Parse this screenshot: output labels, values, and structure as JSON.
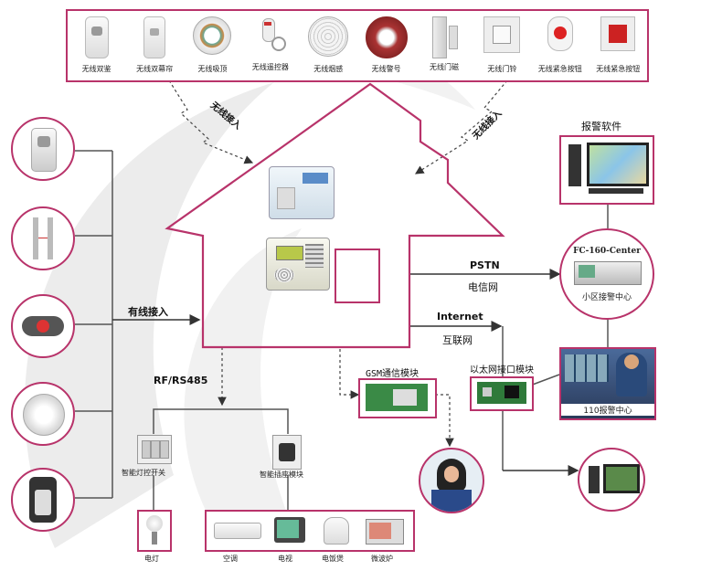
{
  "top_devices": [
    {
      "label": "无线双鉴",
      "icon": "pir-sensor-icon"
    },
    {
      "label": "无线双幕帘",
      "icon": "curtain-sensor-icon"
    },
    {
      "label": "无线吸顶",
      "icon": "ceiling-sensor-icon"
    },
    {
      "label": "无线遥控器",
      "icon": "remote-control-icon"
    },
    {
      "label": "无线烟感",
      "icon": "smoke-detector-icon"
    },
    {
      "label": "无线警号",
      "icon": "siren-icon"
    },
    {
      "label": "无线门磁",
      "icon": "door-contact-icon"
    },
    {
      "label": "无线门铃",
      "icon": "doorbell-icon"
    },
    {
      "label": "无线紧急按钮",
      "icon": "emergency-button-icon"
    },
    {
      "label": "无线紧急按钮",
      "icon": "emergency-button-icon"
    }
  ],
  "labels": {
    "wireless_left": "无线接入",
    "wireless_right": "无线接入",
    "wired": "有线接入",
    "pstn": "PSTN",
    "telecom": "电信网",
    "internet": "Internet",
    "internet_cn": "互联网",
    "rf485": "RF/RS485",
    "gsm": "GSM通信模块",
    "ethernet": "以太网接口模块",
    "alarm_software": "报警软件",
    "center_name": "FC-160-Center",
    "center_cn": "小区接警中心",
    "police": "110报警中心",
    "light_switch": "智能灯控开关",
    "socket_module": "智能插座模块",
    "lamp": "电灯",
    "aircon": "空调",
    "tv": "电视",
    "cooker": "电饭煲",
    "microwave": "微波炉"
  },
  "colors": {
    "accent": "#b8336a",
    "line": "#555555"
  }
}
